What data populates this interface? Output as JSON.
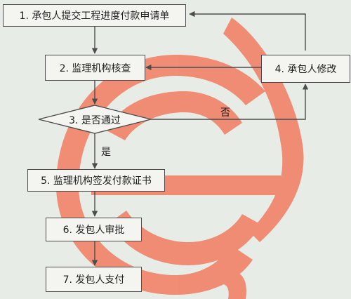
{
  "colors": {
    "background": "#e8ece7",
    "box_fill": "#f4f4f0",
    "stroke": "#4d4d4d",
    "watermark": "#f0846a"
  },
  "diagram": {
    "nodes": {
      "n1": "1. 承包人提交工程进度付款申请单",
      "n2": "2. 监理机构核查",
      "n3": "3. 是否通过",
      "n4": "4. 承包人修改",
      "n5": "5. 监理机构签发付款证书",
      "n6": "6. 发包人审批",
      "n7": "7. 发包人支付"
    },
    "edge_labels": {
      "yes": "是",
      "no": "否"
    },
    "watermark_icon": "stamp-seal-watermark"
  }
}
